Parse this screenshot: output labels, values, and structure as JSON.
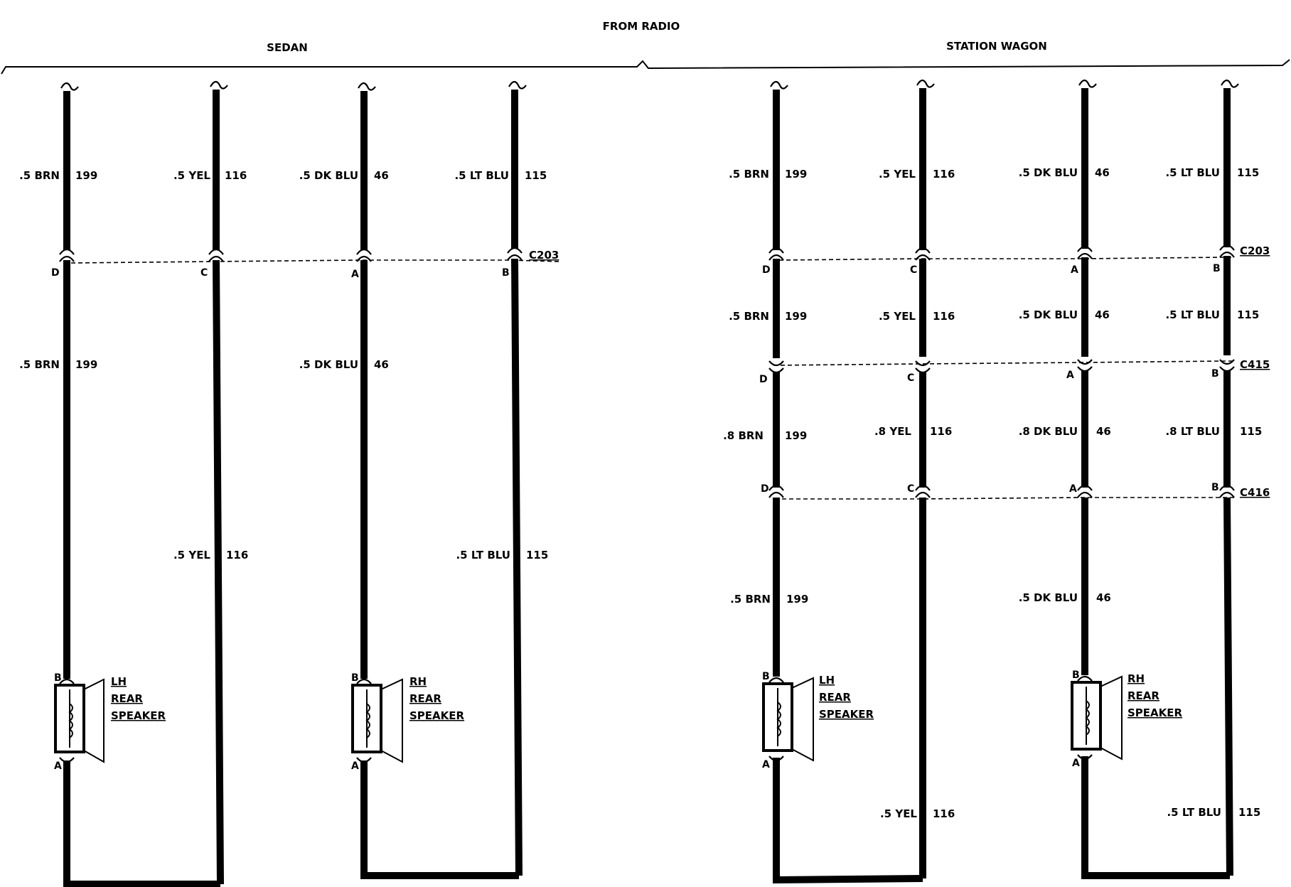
{
  "header": {
    "from_radio": "FROM RADIO",
    "sedan": "SEDAN",
    "station_wagon": "STATION WAGON"
  },
  "wire_labels": {
    "brn_05": ".5 BRN",
    "yel_05": ".5 YEL",
    "dkblu_05": ".5 DK BLU",
    "ltblu_05": ".5 LT BLU",
    "brn_08": ".8 BRN",
    "yel_08": ".8 YEL",
    "dkblu_08": ".8 DK BLU",
    "ltblu_08": ".8 LT BLU",
    "c199": "199",
    "c116": "116",
    "c46": "46",
    "c115": "115"
  },
  "connectors": {
    "c203": "C203",
    "c415": "C415",
    "c416": "C416"
  },
  "pins": {
    "a": "A",
    "b": "B",
    "c": "C",
    "d": "D"
  },
  "speakers": {
    "lh": "LH",
    "rh": "RH",
    "rear": "REAR",
    "speaker": "SPEAKER"
  }
}
